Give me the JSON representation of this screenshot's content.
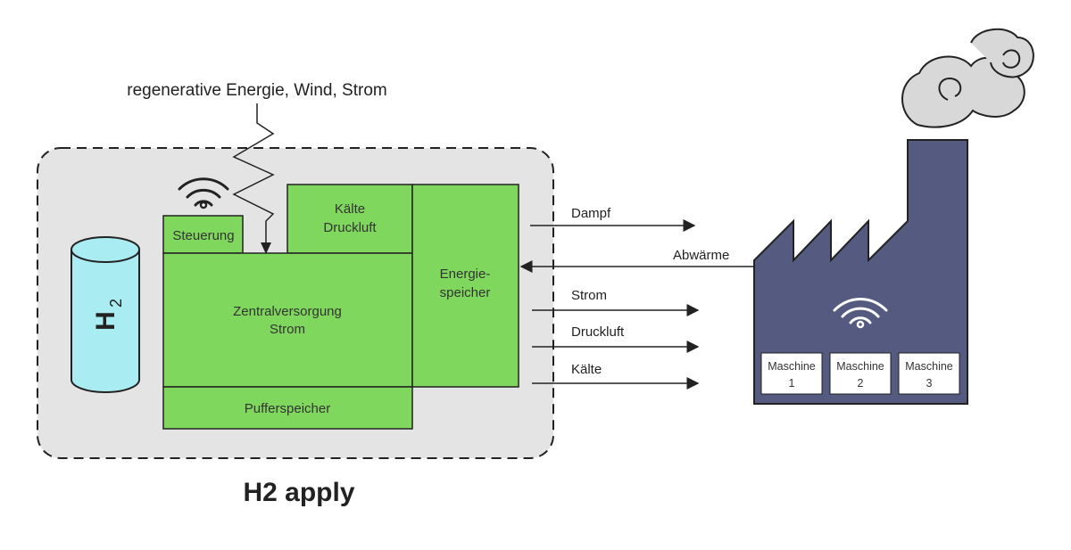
{
  "title": "H2 apply",
  "source_label": "regenerative Energie, Wind, Strom",
  "tank": {
    "symbol": "H",
    "subscript": "2"
  },
  "boxes": {
    "steuerung": "Steuerung",
    "kaelte_line1": "Kälte",
    "kaelte_line2": "Druckluft",
    "zentral_line1": "Zentralversorgung",
    "zentral_line2": "Strom",
    "puffer": "Pufferspeicher",
    "energie_line1": "Energie-",
    "energie_line2": "speicher"
  },
  "flows": {
    "dampf": "Dampf",
    "abwaerme": "Abwärme",
    "strom": "Strom",
    "druckluft": "Druckluft",
    "kaelte": "Kälte"
  },
  "machines": [
    {
      "line1": "Maschine",
      "line2": "1"
    },
    {
      "line1": "Maschine",
      "line2": "2"
    },
    {
      "line1": "Maschine",
      "line2": "3"
    }
  ],
  "colors": {
    "green": "#7fd85d",
    "factory": "#545a80",
    "tank": "#a9ecf2",
    "panel": "#e4e4e4",
    "smoke": "#d8d8d8"
  }
}
